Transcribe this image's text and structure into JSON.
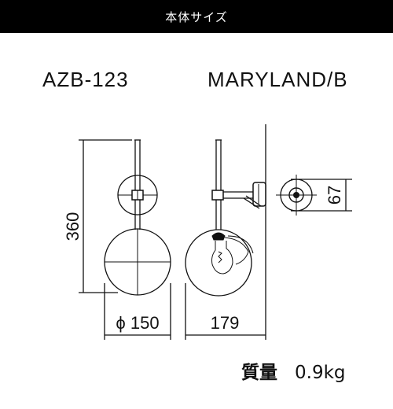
{
  "header": {
    "title": "本体サイズ"
  },
  "product": {
    "model_code": "AZB-123",
    "name": "MARYLAND/B"
  },
  "dimensions": {
    "height": "360",
    "diameter": "ϕ 150",
    "depth": "179",
    "base_size": "67"
  },
  "weight": {
    "label": "質量",
    "value": "0.9kg"
  }
}
